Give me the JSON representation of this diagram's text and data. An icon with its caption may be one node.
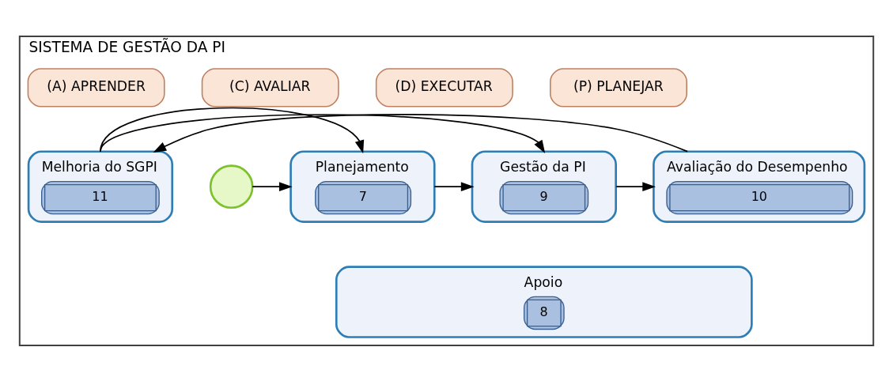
{
  "diagram": {
    "nodes": [
      {
        "text": [
          "SISTEMA DE GESTÃO DA PI"
        ]
      },
      {
        "text": [
          "(P) PLANEJAR"
        ],
        "in": 0
      },
      {
        "text": [
          "(D) EXECUTAR"
        ],
        "in": 0
      },
      {
        "text": [
          "(C) AVALIAR"
        ],
        "in": 0
      },
      {
        "text": [
          "(A) APRENDER"
        ],
        "in": 0
      },
      {
        "text": [],
        "shape": "circle",
        "in": 0
      },
      {
        "text": [
          "Planejamento",
          "7"
        ],
        "in": 0
      },
      {
        "text": [
          "Gestão da PI",
          "9"
        ],
        "in": 0
      },
      {
        "text": [
          "Avaliação do Desempenho",
          "10"
        ],
        "in": 0
      },
      {
        "text": [
          "Melhoria do SGPI",
          "11"
        ],
        "in": 0
      },
      {
        "text": [
          "Apoio",
          "8"
        ],
        "in": 0
      }
    ],
    "edges": [
      {
        "from": 5,
        "to": 6,
        "arrow": "to"
      },
      {
        "from": 6,
        "to": 7,
        "arrow": "to"
      },
      {
        "from": 7,
        "to": 8,
        "arrow": "to"
      },
      {
        "from": 8,
        "to": 9,
        "arrow": "to"
      },
      {
        "from": 9,
        "to": 6,
        "arrow": "to"
      },
      {
        "from": 9,
        "to": 7,
        "arrow": "to"
      }
    ]
  }
}
